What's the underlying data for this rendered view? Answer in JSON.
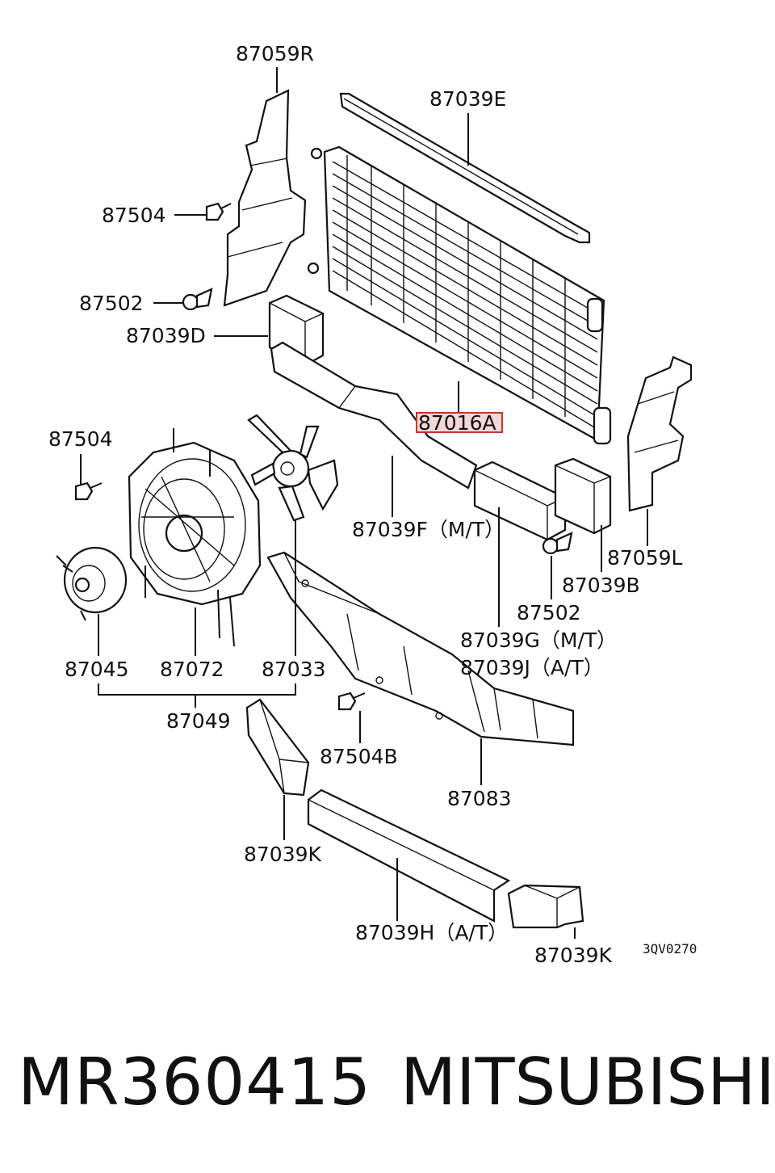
{
  "labels": {
    "p87059R": "87059R",
    "p87039E": "87039E",
    "p87504_top": "87504",
    "p87502_top": "87502",
    "p87039D": "87039D",
    "p87016A": "87016A",
    "p87504_left": "87504",
    "p87039F": "87039F（M/T）",
    "p87059L": "87059L",
    "p87039B": "87039B",
    "p87502_right": "87502",
    "p87039G": "87039G（M/T）",
    "p87039J": "87039J（A/T）",
    "p87045": "87045",
    "p87072": "87072",
    "p87033": "87033",
    "p87049": "87049",
    "p87504B": "87504B",
    "p87083": "87083",
    "p87039K_left": "87039K",
    "p87039H": "87039H（A/T）",
    "p87039K_right": "87039K",
    "diagram_code": "3QV0270"
  },
  "footer": {
    "part_number": "MR360415",
    "brand": "MITSUBISHI"
  },
  "colors": {
    "highlight_fill": "#f4d8d8",
    "highlight_border": "#c0392b",
    "ink": "#111111"
  }
}
